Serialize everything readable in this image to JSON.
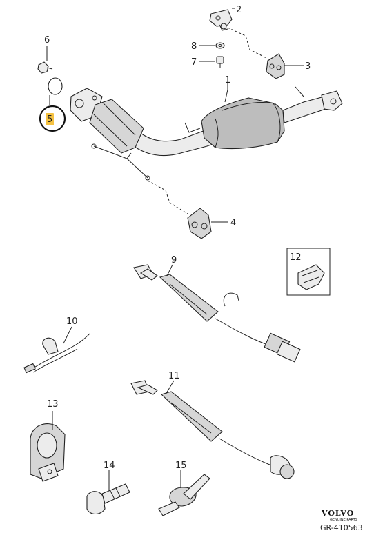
{
  "parts": [
    {
      "number": "1"
    },
    {
      "number": "2"
    },
    {
      "number": "3"
    },
    {
      "number": "4"
    },
    {
      "number": "5"
    },
    {
      "number": "6"
    },
    {
      "number": "7"
    },
    {
      "number": "8"
    },
    {
      "number": "9"
    },
    {
      "number": "10"
    },
    {
      "number": "11"
    },
    {
      "number": "12"
    },
    {
      "number": "13"
    },
    {
      "number": "14"
    },
    {
      "number": "15"
    }
  ],
  "highlight": {
    "part_number": "5",
    "color": "#f5c242",
    "ring_color": "#111111"
  },
  "brand": {
    "name": "VOLVO",
    "sub": "GENUINE PARTS"
  },
  "reference": "GR-410563"
}
